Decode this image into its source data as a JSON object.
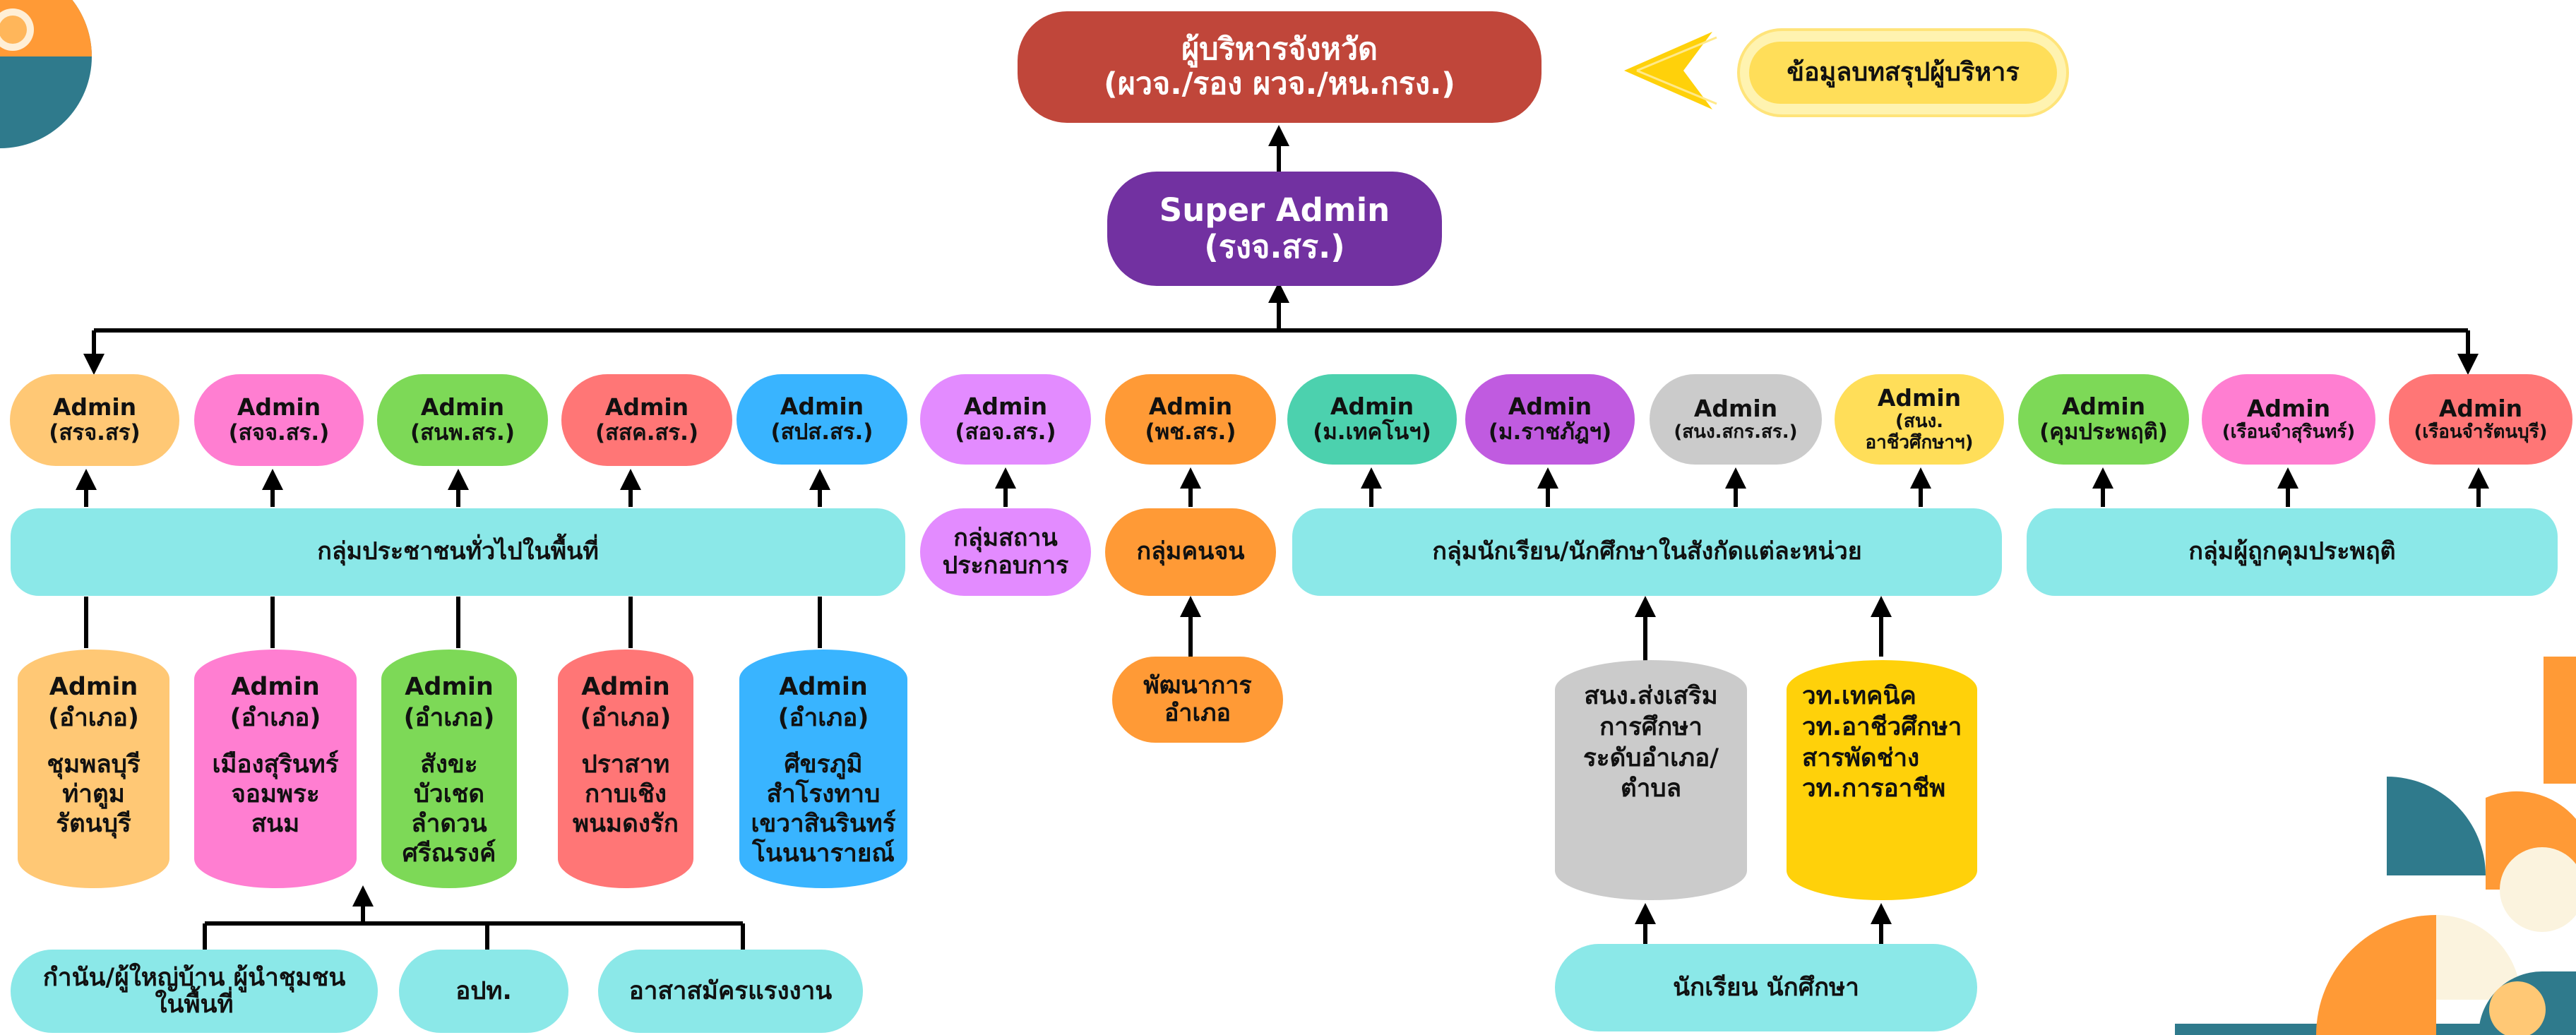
{
  "executive": {
    "line1": "ผู้บริหารจังหวัด",
    "line2": "(ผวจ./รอง ผวจ./หน.กรง.)"
  },
  "summary_button": {
    "label": "ข้อมูลบทสรุปผู้บริหาร"
  },
  "super_admin": {
    "line1": "Super Admin",
    "line2": "(รงจ.สร.)"
  },
  "admins": [
    {
      "title": "Admin",
      "unit": "(สรจ.สร)"
    },
    {
      "title": "Admin",
      "unit": "(สจจ.สร.)"
    },
    {
      "title": "Admin",
      "unit": "(สนพ.สร.)"
    },
    {
      "title": "Admin",
      "unit": "(สสค.สร.)"
    },
    {
      "title": "Admin",
      "unit": "(สปส.สร.)"
    },
    {
      "title": "Admin",
      "unit": "(สอจ.สร.)"
    },
    {
      "title": "Admin",
      "unit": "(พช.สร.)"
    },
    {
      "title": "Admin",
      "unit": "(ม.เทคโนฯ)"
    },
    {
      "title": "Admin",
      "unit": "(ม.ราชภัฎฯ)"
    },
    {
      "title": "Admin",
      "unit": "(สนง.สกร.สร.)"
    },
    {
      "title": "Admin",
      "unit": "(สนง.",
      "unit2": "อาชีวศึกษาฯ)"
    },
    {
      "title": "Admin",
      "unit": "(คุมประพฤติ)"
    },
    {
      "title": "Admin",
      "unit": "(เรือนจำสุรินทร์)"
    },
    {
      "title": "Admin",
      "unit": "(เรือนจำรัตนบุรี)"
    }
  ],
  "groups": {
    "public": "กลุ่มประชาชนทั่วไปในพื้นที่",
    "establishments_1": "กลุ่มสถาน",
    "establishments_2": "ประกอบการ",
    "poor": "กลุ่มคนจน",
    "students": "กลุ่มนักเรียน/นักศึกษาในสังกัดแต่ละหน่วย",
    "probation": "กลุ่มผู้ถูกคุมประพฤติ"
  },
  "districts": [
    {
      "title": "Admin",
      "sub": "(อำเภอ)",
      "names": [
        "ชุมพลบุรี",
        "ท่าตูม",
        "รัตนบุรี"
      ]
    },
    {
      "title": "Admin",
      "sub": "(อำเภอ)",
      "names": [
        "เมืองสุรินทร์",
        "จอมพระ",
        "สนม"
      ]
    },
    {
      "title": "Admin",
      "sub": "(อำเภอ)",
      "names": [
        "สังขะ",
        "บัวเชด",
        "ลำดวน",
        "ศรีณรงค์"
      ]
    },
    {
      "title": "Admin",
      "sub": "(อำเภอ)",
      "names": [
        "ปราสาท",
        "กาบเชิง",
        "พนมดงรัก"
      ]
    },
    {
      "title": "Admin",
      "sub": "(อำเภอ)",
      "names": [
        "ศีขรภูมิ",
        "สำโรงทาบ",
        "เขวาสินรินทร์",
        "โนนนารายณ์"
      ]
    }
  ],
  "dev": {
    "line1": "พัฒนาการ",
    "line2": "อำเภอ"
  },
  "edu_gray": [
    "สนง.ส่งเสริม",
    "การศึกษา",
    "ระดับอำเภอ/",
    "ตำบล"
  ],
  "edu_yellow": [
    "วท.เทคนิค",
    "วท.อาชีวศึกษา",
    "สารพัดช่าง",
    "วท.การอาชีพ"
  ],
  "bottom": {
    "kamnan_1": "กำนัน/ผู้ใหญ่บ้าน ผู้นำชุมชน",
    "kamnan_2": "ในพื้นที่",
    "opt": "อปท.",
    "volunteer": "อาสาสมัครแรงงาน",
    "students": "นักเรียน นักศึกษา"
  },
  "colors": {
    "executive": "#C0463A",
    "super_admin": "#7231A1",
    "cyan": "#8BE8E8",
    "orange_light": "#FFC875",
    "pink": "#FF7ED1",
    "green": "#7DD957",
    "salmon": "#FF7676",
    "blue": "#39B4FF",
    "lilac": "#E38BFF",
    "orange": "#FF9A36",
    "teal": "#4CD1AE",
    "purple": "#C05BE0",
    "gray": "#CBCBCB",
    "yellow": "#FFDE59",
    "gold": "#FFD10A"
  }
}
